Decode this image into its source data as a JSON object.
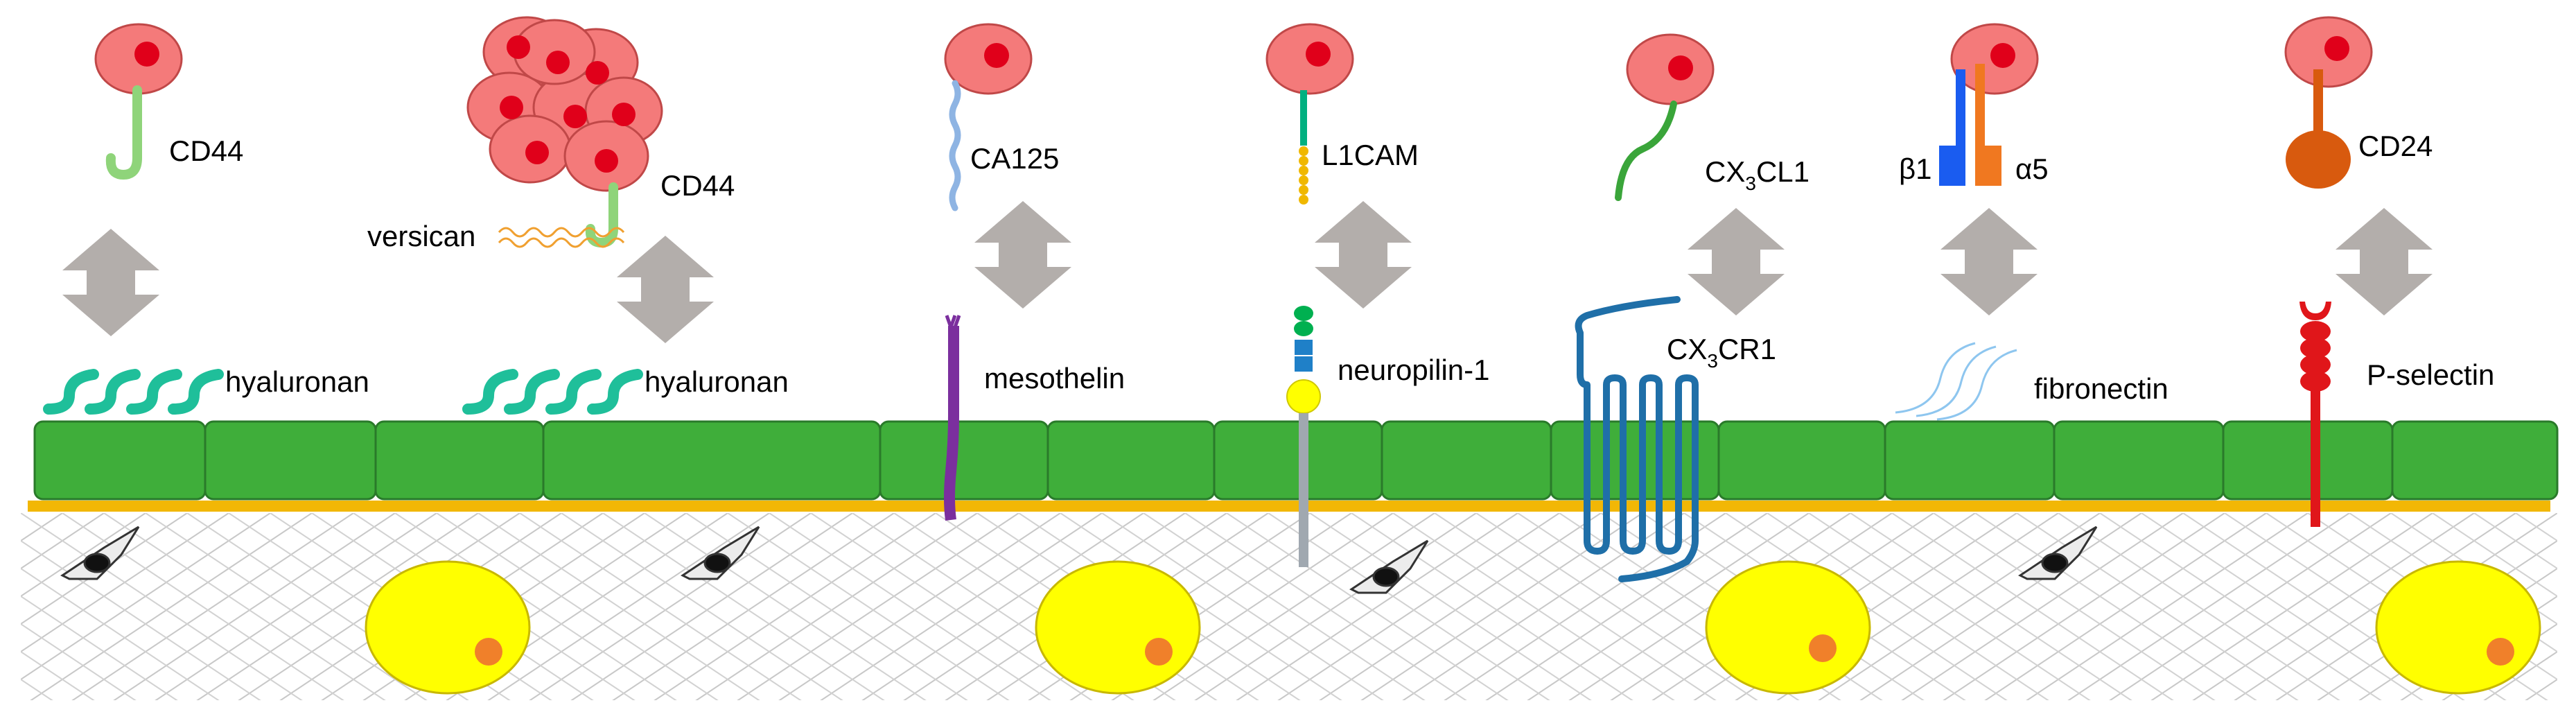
{
  "labels": {
    "cd44_1": "CD44",
    "hyaluronan_1": "hyaluronan",
    "versican": "versican",
    "cd44_2": "CD44",
    "hyaluronan_2": "hyaluronan",
    "ca125": "CA125",
    "mesothelin": "mesothelin",
    "l1cam": "L1CAM",
    "neuropilin": "neuropilin-1",
    "cx3cl1": {
      "pre": "CX",
      "sub": "3",
      "post": "CL1"
    },
    "cx3cr1": {
      "pre": "CX",
      "sub": "3",
      "post": "CR1"
    },
    "beta1": "β1",
    "alpha5": "α5",
    "fibronectin": "fibronectin",
    "cd24": "CD24",
    "pselectin": "P-selectin"
  },
  "colors": {
    "cell_fill": "#f47a7a",
    "cell_nucleus": "#e0001a",
    "mesothelium": "#3fae3a",
    "basement": "#f2b705",
    "cd44": "#8fd47a",
    "hyaluronan": "#1fbf9a",
    "versican": "#f0a030",
    "ca125": "#8eb4e3",
    "mesothelin_color": "#7b2f9e",
    "l1cam_stalk": "#00b080",
    "l1cam_beads": "#f0b800",
    "neuropilin_stalk": "#a0a8b0",
    "cx3cl1": "#3aa53a",
    "cx3cr1": "#1f6fa8",
    "beta1": "#1a5cf0",
    "alpha5": "#f07820",
    "fibronectin": "#8ec6ef",
    "cd24": "#d85a0e",
    "pselectin": "#e0161a",
    "arrow": "#b3aeab",
    "adipocyte": "#ffff00",
    "adipocyte_dot": "#f0802a"
  }
}
